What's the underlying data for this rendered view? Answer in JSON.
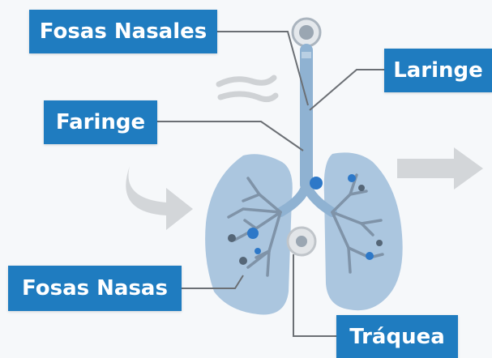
{
  "labels": {
    "fosas_nasales": "Fosas Nasales",
    "laringe": "Laringe",
    "faringe": "Faringe",
    "fosas_nasas": "Fosas Nasas",
    "traquea": "Tráquea"
  },
  "colors": {
    "label_background": "#1f7cc0",
    "label_text": "#ffffff",
    "lung_fill": "#9cbcd8",
    "airway": "#8fb2d2",
    "bronchi": "#7d8fa3",
    "leader_line": "#6b6f74",
    "arrow_grey": "#c9cccf",
    "alveoli_blue": "#2d78c8",
    "background": "#f6f8fa"
  },
  "icons": [
    "nose-icon",
    "throat-icon",
    "left-curved-arrow-icon",
    "right-arrow-icon",
    "wind-icon"
  ]
}
